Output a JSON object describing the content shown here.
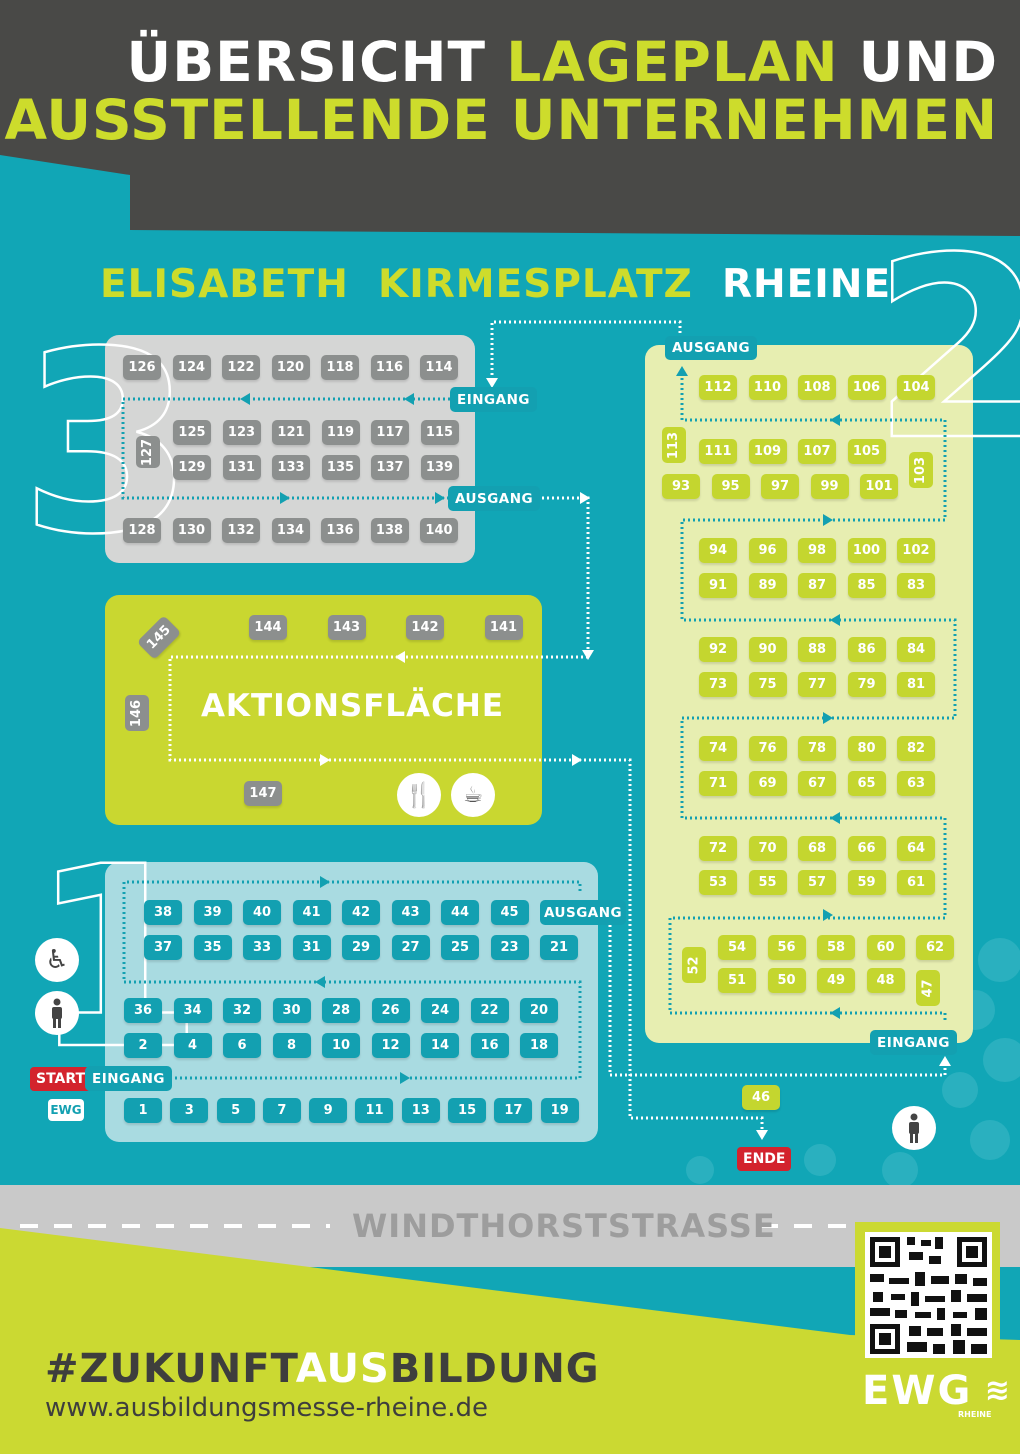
{
  "header": {
    "title_word1": "ÜBERSICHT",
    "title_word2": "LAGEPLAN",
    "title_word3": "UND",
    "title_line2": "AUSSTELLENDE UNTERNEHMEN"
  },
  "subtitle": {
    "part1": "ELISABETH",
    "part2": "KIRMESPLATZ",
    "part3": "RHEINE"
  },
  "section_numbers": [
    "3",
    "2",
    "1"
  ],
  "section3": {
    "rows": [
      [
        "126",
        "124",
        "122",
        "120",
        "118",
        "116",
        "114"
      ],
      [
        "125",
        "123",
        "121",
        "119",
        "117",
        "115"
      ],
      [
        "129",
        "131",
        "133",
        "135",
        "137",
        "139"
      ],
      [
        "128",
        "130",
        "132",
        "134",
        "136",
        "138",
        "140"
      ]
    ],
    "vertical": "127",
    "entrance": "EINGANG",
    "exit": "AUSGANG"
  },
  "aktion": {
    "title": "AKTIONSFLÄCHE",
    "top_booths": [
      "144",
      "143",
      "142",
      "141"
    ],
    "b145": "145",
    "b146": "146",
    "b147": "147",
    "icons": [
      "restaurant-icon",
      "cafe-icon"
    ]
  },
  "section1": {
    "rows": [
      [
        "38",
        "39",
        "40",
        "41",
        "42",
        "43",
        "44",
        "45"
      ],
      [
        "37",
        "35",
        "33",
        "31",
        "29",
        "27",
        "25",
        "23",
        "21"
      ],
      [
        "36",
        "34",
        "32",
        "30",
        "28",
        "26",
        "24",
        "22",
        "20"
      ],
      [
        "2",
        "4",
        "6",
        "8",
        "10",
        "12",
        "14",
        "16",
        "18"
      ],
      [
        "1",
        "3",
        "5",
        "7",
        "9",
        "11",
        "13",
        "15",
        "17",
        "19"
      ]
    ],
    "exit": "AUSGANG",
    "entrance": "EINGANG",
    "start": "START",
    "ewg": "EWG"
  },
  "section2": {
    "rows": [
      [
        "112",
        "110",
        "108",
        "106",
        "104"
      ],
      [
        "111",
        "109",
        "107",
        "105"
      ],
      [
        "93",
        "95",
        "97",
        "99",
        "101"
      ],
      [
        "94",
        "96",
        "98",
        "100",
        "102"
      ],
      [
        "91",
        "89",
        "87",
        "85",
        "83"
      ],
      [
        "92",
        "90",
        "88",
        "86",
        "84"
      ],
      [
        "73",
        "75",
        "77",
        "79",
        "81"
      ],
      [
        "74",
        "76",
        "78",
        "80",
        "82"
      ],
      [
        "71",
        "69",
        "67",
        "65",
        "63"
      ],
      [
        "72",
        "70",
        "68",
        "66",
        "64"
      ],
      [
        "53",
        "55",
        "57",
        "59",
        "61"
      ],
      [
        "54",
        "56",
        "58",
        "60",
        "62"
      ],
      [
        "51",
        "50",
        "49",
        "48"
      ]
    ],
    "v113": "113",
    "v103": "103",
    "v52": "52",
    "v47": "47",
    "exit": "AUSGANG",
    "entrance": "EINGANG"
  },
  "b46": "46",
  "end": "ENDE",
  "street": "WINDTHORSTSTRASSE",
  "footer": {
    "hash1": "#ZUKUNFT",
    "hash2": "AUS",
    "hash3": "BILDUNG",
    "url": "www.ausbildungsmesse-rheine.de",
    "logo": "EWG",
    "logo_sub": "RHEINE"
  },
  "colors": {
    "teal": "#11a6b6",
    "lime": "#cddc2c",
    "dark": "#494947",
    "red": "#d3232d"
  }
}
